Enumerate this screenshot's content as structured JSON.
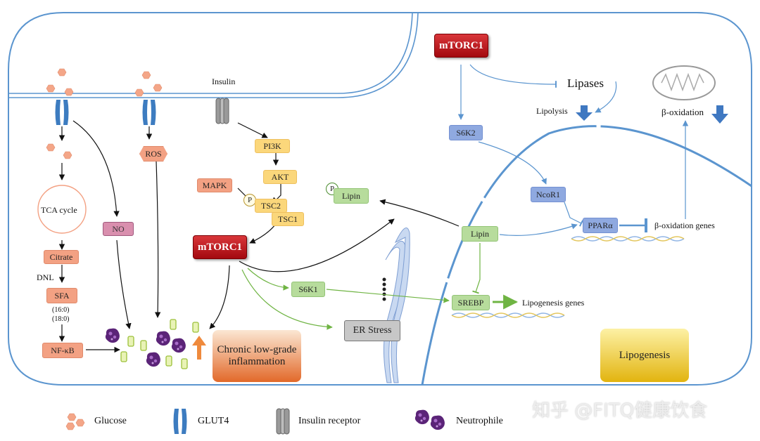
{
  "labels": {
    "insulin": "Insulin",
    "lipases": "Lipases",
    "lipolysis": "Lipolysis",
    "beta_oxidation": "β-oxidation",
    "tca_cycle": "TCA cycle",
    "dnl": "DNL",
    "sfa_160": "(16:0)",
    "sfa_180": "(18:0)",
    "beta_ox_genes": "β-oxidation genes",
    "lipogenesis_genes": "Lipogenesis genes",
    "p": "P"
  },
  "boxes": {
    "mtorc1_top": "mTORC1",
    "mtorc1_mid": "mTORC1",
    "s6k2": "S6K2",
    "ncor1": "NcoR1",
    "ppara": "PPARα",
    "pi3k": "PI3K",
    "akt": "AKT",
    "mapk": "MAPK",
    "tsc2": "TSC2",
    "tsc1": "TSC1",
    "lipin_p": "Lipin",
    "lipin_nuc": "Lipin",
    "s6k1": "S6K1",
    "srebp": "SREBP",
    "er_stress": "ER Stress",
    "no": "NO",
    "ros": "ROS",
    "citrate": "Citrate",
    "sfa": "SFA",
    "nfkb": "NF-κB",
    "chronic": "Chronic low-grade inflammation",
    "lipogenesis": "Lipogenesis"
  },
  "legend": [
    {
      "label": "Glucose",
      "icon": "glucose-icon"
    },
    {
      "label": "GLUT4",
      "icon": "glut4-icon"
    },
    {
      "label": "Insulin receptor",
      "icon": "insulin-receptor-icon"
    },
    {
      "label": "Neutrophile",
      "icon": "neutrophile-icon"
    }
  ],
  "watermark": "知乎 @FITQ健康饮食",
  "colors": {
    "membrane": "#5b95cf",
    "glucose": "#f4a688",
    "glut4": "#3d7cc0",
    "green_arrow": "#6fb443",
    "blue_arrow": "#5b95cf",
    "neutrophil": "#6a2a86"
  }
}
